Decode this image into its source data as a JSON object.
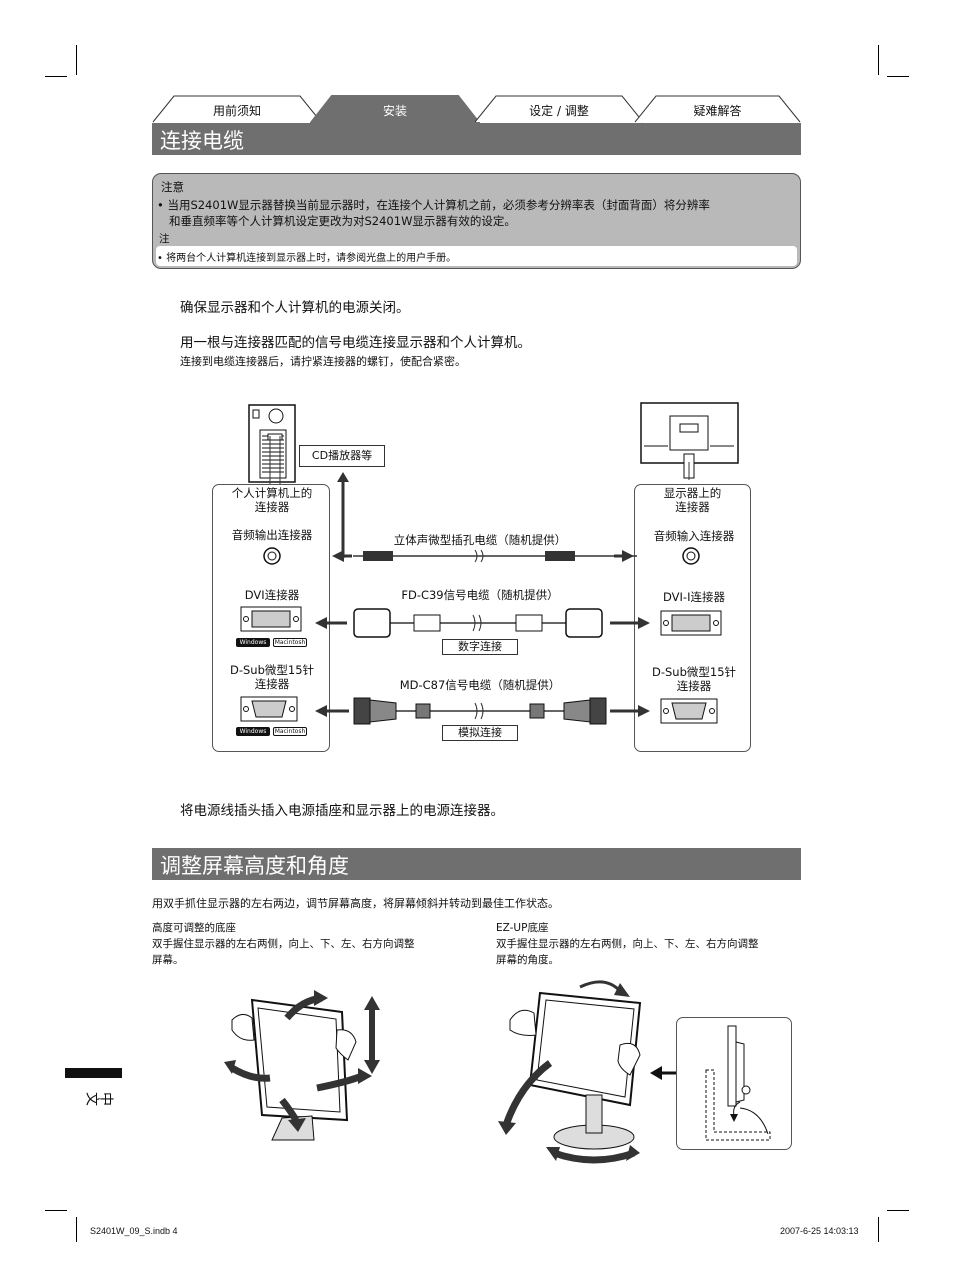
{
  "tabs": [
    {
      "label": "用前须知",
      "active": false
    },
    {
      "label": "安装",
      "active": true
    },
    {
      "label": "设定 / 调整",
      "active": false
    },
    {
      "label": "疑难解答",
      "active": false
    }
  ],
  "section1": {
    "title": "连接电缆"
  },
  "notice": {
    "caution_title": "注意",
    "caution_line1": "• 当用S2401W显示器替换当前显示器时，在连接个人计算机之前，必须参考分辨率表（封面背面）将分辨率",
    "caution_line2": "和垂直频率等个人计算机设定更改为对S2401W显示器有效的设定。",
    "note_title": "注",
    "note_line": "• 将两台个人计算机连接到显示器上时，请参阅光盘上的用户手册。"
  },
  "steps": {
    "step1": "确保显示器和个人计算机的电源关闭。",
    "step2": "用一根与连接器匹配的信号电缆连接显示器和个人计算机。",
    "step2_sub": "连接到电缆连接器后，请拧紧连接器的螺钉，使配合紧密。",
    "step3": "将电源线插头插入电源插座和显示器上的电源连接器。"
  },
  "diagram": {
    "cd_player": "CD播放器等",
    "pc_box_title_1": "个人计算机上的",
    "pc_box_title_2": "连接器",
    "monitor_box_title_1": "显示器上的",
    "monitor_box_title_2": "连接器",
    "audio_out": "音频输出连接器",
    "audio_in": "音频输入连接器",
    "audio_cable": "立体声微型插孔电缆（随机提供）",
    "dvi_pc": "DVI连接器",
    "dvi_monitor": "DVI-I连接器",
    "dvi_cable": "FD-C39信号电缆（随机提供）",
    "digital": "数字连接",
    "dsub_pc_1": "D-Sub微型15针",
    "dsub_pc_2": "连接器",
    "dsub_monitor_1": "D-Sub微型15针",
    "dsub_monitor_2": "连接器",
    "analog_cable": "MD-C87信号电缆（随机提供）",
    "analog": "模拟连接",
    "badge_windows": "Windows",
    "badge_mac": "Macintosh"
  },
  "section2": {
    "title": "调整屏幕高度和角度",
    "intro": "用双手抓住显示器的左右两边，调节屏幕高度，将屏幕倾斜并转动到最佳工作状态。",
    "left_title": "高度可调整的底座",
    "left_desc_1": "双手握住显示器的左右两侧，向上、下、左、右方向调整",
    "left_desc_2": "屏幕。",
    "right_title": "EZ-UP底座",
    "right_desc_1": "双手握住显示器的左右两侧，向上、下、左、右方向调整",
    "right_desc_2": "屏幕的角度。"
  },
  "side_tab": "中文",
  "footer": {
    "file": "S2401W_09_S.indb   4",
    "date": "2007-6-25   14:03:13"
  }
}
